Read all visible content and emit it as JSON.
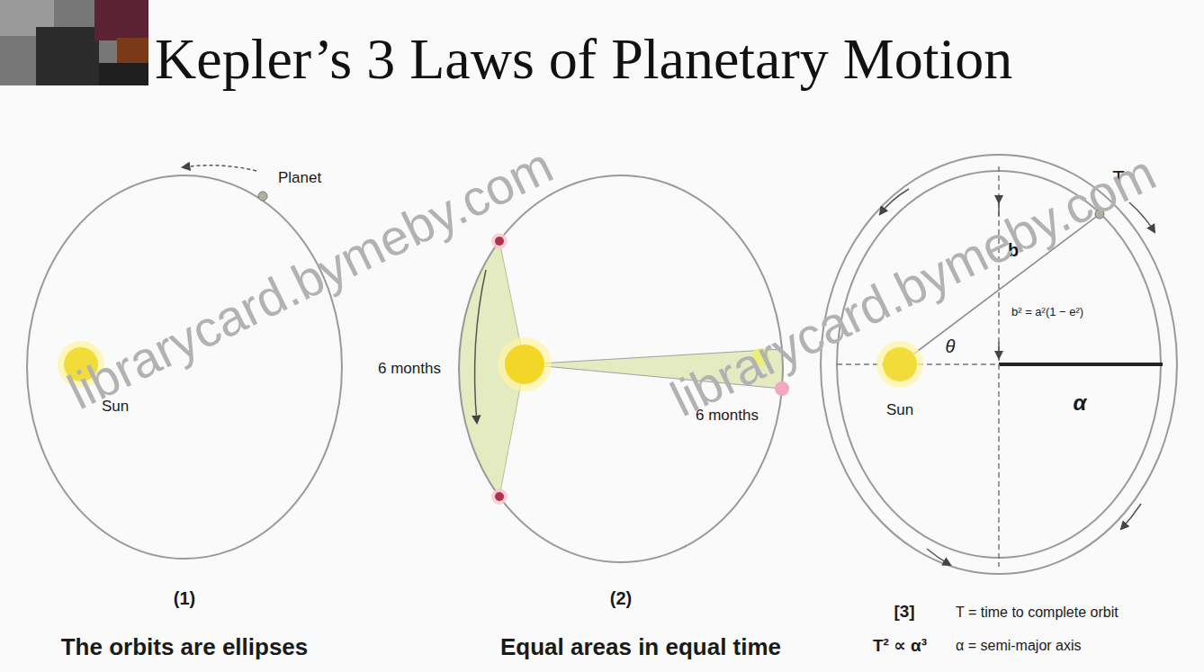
{
  "diagram": {
    "title": "Kepler’s 3 Laws of Planetary Motion",
    "labels": [
      "Planet",
      "Sun",
      "(1)",
      "The orbits are ellipses",
      "6 months",
      "6 months",
      "(2)",
      "Equal areas in equal time",
      "T",
      "b",
      "b² = a²(1 − e²)",
      "θ",
      "Sun",
      "α",
      "[3]",
      "T = time to complete orbit",
      "T² ∝ α³",
      "α = semi-major axis",
      "librarycard.bymeby.com",
      "librarycard.bymeby.com"
    ]
  }
}
